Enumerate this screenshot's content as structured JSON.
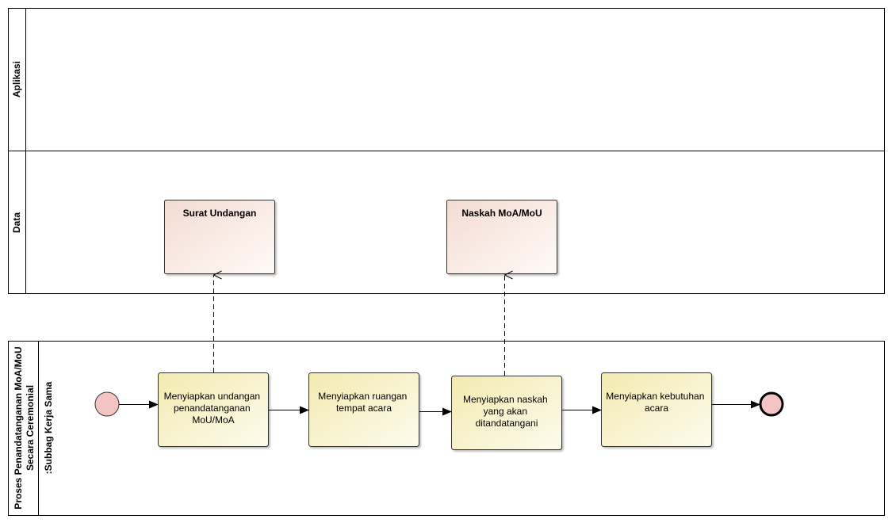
{
  "lanes": {
    "aplikasi": "Aplikasi",
    "data": "Data"
  },
  "pool": {
    "title_line1": "Proses Penandatanganan MoA/MoU",
    "title_line2": "Secara Ceremonial",
    "lane": ":Subbag Kerja Sama"
  },
  "data_objects": [
    {
      "label": "Surat Undangan"
    },
    {
      "label": "Naskah MoA/MoU"
    }
  ],
  "tasks": [
    {
      "lines": [
        "Menyiapkan undangan",
        "penandatanganan",
        "MoU/MoA"
      ]
    },
    {
      "lines": [
        "Menyiapkan ruangan",
        "tempat acara"
      ]
    },
    {
      "lines": [
        "Menyiapkan naskah",
        "yang akan",
        "ditandatangani"
      ]
    },
    {
      "lines": [
        "Menyiapkan kebutuhan",
        "acara"
      ]
    }
  ],
  "colors": {
    "event_fill": "#f4c4c4",
    "task_fill_start": "#f3eab0",
    "task_fill_end": "#fdfbee",
    "data_fill_start": "#f3dcd2",
    "data_fill_end": "#fffaf7"
  }
}
